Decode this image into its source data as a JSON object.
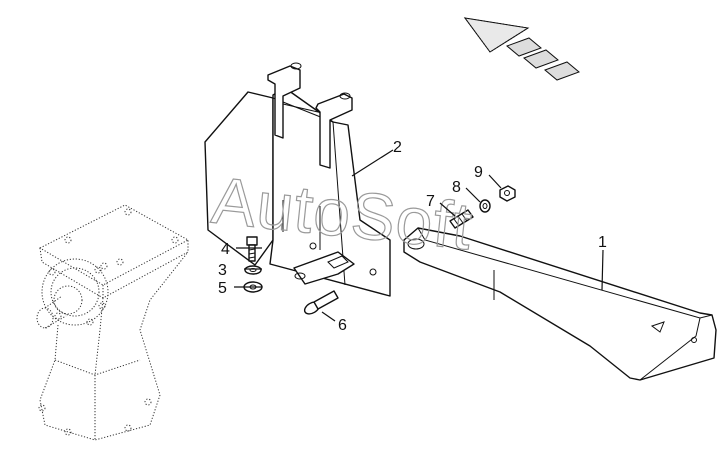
{
  "watermark": "AutoSoft",
  "callouts": [
    {
      "id": "1",
      "label": "1"
    },
    {
      "id": "2",
      "label": "2"
    },
    {
      "id": "3",
      "label": "3"
    },
    {
      "id": "4",
      "label": "4"
    },
    {
      "id": "5",
      "label": "5"
    },
    {
      "id": "6",
      "label": "6"
    },
    {
      "id": "7",
      "label": "7"
    },
    {
      "id": "8",
      "label": "8"
    },
    {
      "id": "9",
      "label": "9"
    }
  ],
  "direction_arrow": {
    "icon": "direction-arrow-icon"
  },
  "colors": {
    "line": "#111111",
    "ghost": "#333333",
    "watermark": "#9a9a9a"
  }
}
